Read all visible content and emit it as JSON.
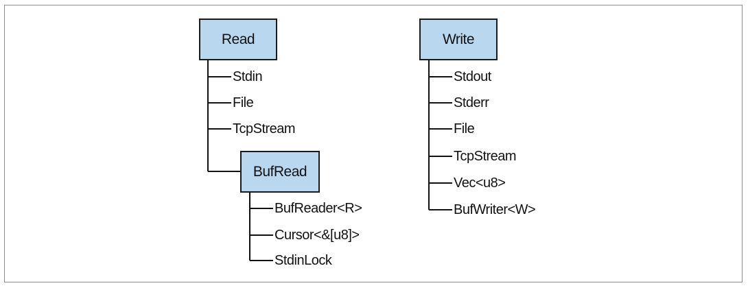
{
  "colors": {
    "box_fill": "#b9d8ef",
    "box_border": "#1a1a1a",
    "line": "#111111",
    "frame": "#8c8c8c"
  },
  "read": {
    "title": "Read",
    "children": [
      "Stdin",
      "File",
      "TcpStream"
    ],
    "bufread": {
      "title": "BufRead",
      "children": [
        "BufReader<R>",
        "Cursor<&[u8]>",
        "StdinLock"
      ]
    }
  },
  "write": {
    "title": "Write",
    "children": [
      "Stdout",
      "Stderr",
      "File",
      "TcpStream",
      "Vec<u8>",
      "BufWriter<W>"
    ]
  }
}
